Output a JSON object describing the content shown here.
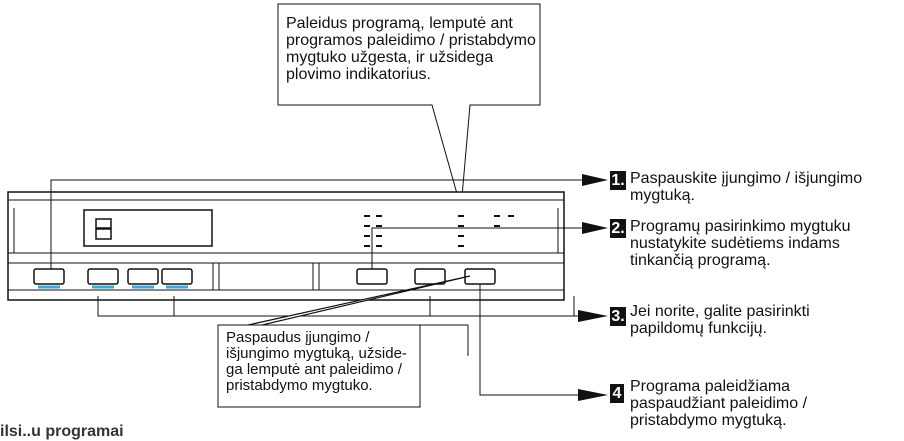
{
  "top_note": {
    "lines": [
      "Paleidus programą, lemputė ant",
      "programos paleidimo / pristabdymo",
      "mygtuko užgesta, ir užsidega",
      "plovimo indikatorius."
    ]
  },
  "middle_note": {
    "lines": [
      "Paspaudus įjungimo /",
      "išjungimo mygtuką, užside-",
      "ga lemputė ant paleidimo /",
      "pristabdymo mygtuko."
    ]
  },
  "steps": [
    {
      "number": "1.",
      "lines": [
        "Paspauskite įjungimo / išjungimo",
        "mygtuką."
      ]
    },
    {
      "number": "2.",
      "lines": [
        "Programų pasirinkimo mygtuku",
        "nustatykite sudėtiems indams",
        "tinkančią programą."
      ]
    },
    {
      "number": "3.",
      "lines": [
        "Jei norite, galite pasirinkti",
        "papildomų funkcijų."
      ]
    },
    {
      "number": "4",
      "lines": [
        "Programa paleidžiama",
        "paspaudžiant paleidimo /",
        "pristabdymo mygtuką."
      ]
    }
  ],
  "footer_text": "ilsi..u programai",
  "colors": {
    "line": "#111111",
    "led_blue": "#3da9dc"
  }
}
